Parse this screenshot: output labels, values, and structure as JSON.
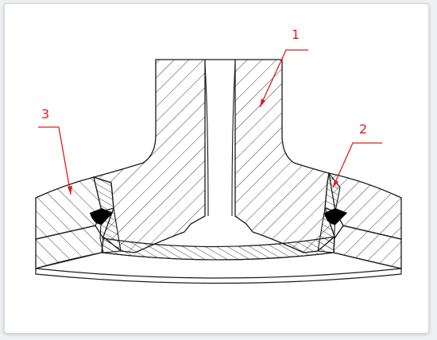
{
  "figure": {
    "callouts": [
      {
        "id": "1",
        "label": "1"
      },
      {
        "id": "2",
        "label": "2"
      },
      {
        "id": "3",
        "label": "3"
      }
    ]
  },
  "colors": {
    "line": "#1a1a1a",
    "hatch": "#2a2a2a",
    "callout": "#e01b1b",
    "weld_fill": "#000000",
    "background": "#ffffff"
  }
}
